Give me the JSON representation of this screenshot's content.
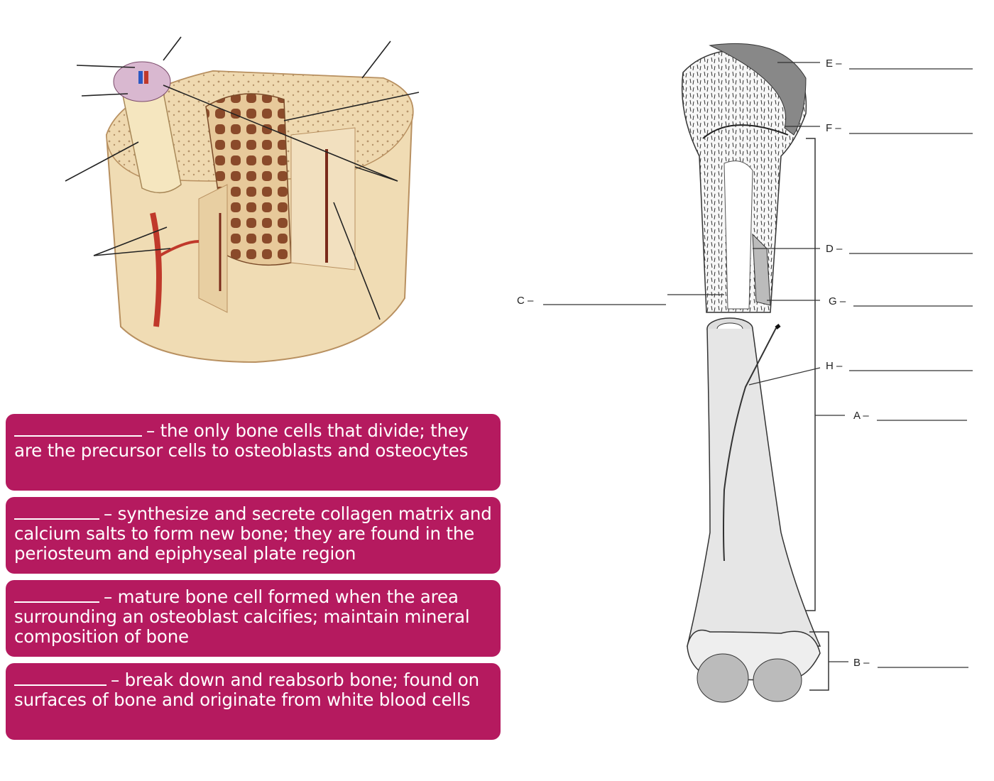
{
  "cards": [
    {
      "text": "– the only bone cells that divide; they are the precursor cells to osteoblasts and osteocytes",
      "blank_width": 180
    },
    {
      "text": "– synthesize and secrete collagen matrix and calcium salts to form new bone; they are found in the periosteum and epiphyseal plate region",
      "blank_width": 120
    },
    {
      "text": "– mature bone cell formed when the area surrounding an osteoblast calcifies; maintain mineral composition of bone",
      "blank_width": 120
    },
    {
      "text": "– break down and reabsorb bone; found on surfaces of bone and originate from white blood cells",
      "blank_width": 130
    }
  ],
  "diagram_labels": {
    "E": "E –",
    "F": "F –",
    "D": "D –",
    "G": "G –",
    "H": "H –",
    "A": "A –",
    "B": "B –",
    "C": "C –"
  },
  "colors": {
    "card_bg": "#b51a5f",
    "bone_fill": "#f0dcb4",
    "vessel_red": "#c0392b"
  }
}
